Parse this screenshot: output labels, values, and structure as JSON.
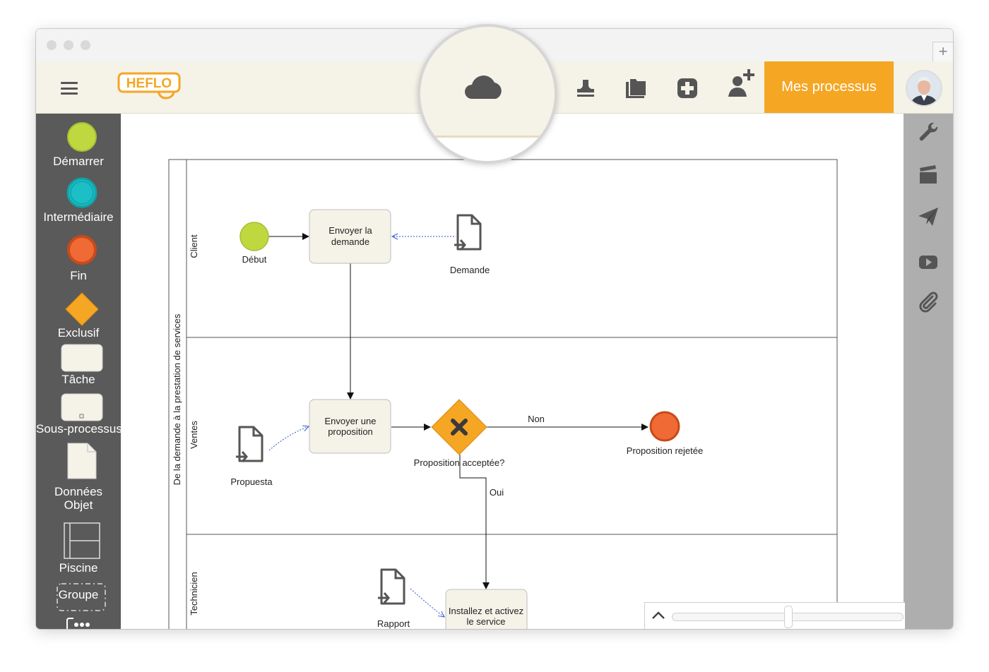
{
  "app": {
    "logo": "HEFLO",
    "icons": [
      "menu-icon",
      "cloud-icon",
      "stamp-icon",
      "folder-icon",
      "add-icon",
      "add-user-icon"
    ],
    "primary_button": "Mes processus",
    "accent_color": "#f5a623"
  },
  "palette": {
    "items": [
      {
        "label": "Démarrer",
        "shape": "start-event",
        "color": "#c0d840"
      },
      {
        "label": "Intermédiaire",
        "shape": "intermediate-event",
        "color": "#1bbfc5"
      },
      {
        "label": "Fin",
        "shape": "end-event",
        "color": "#ef6a35"
      },
      {
        "label": "Exclusif",
        "shape": "exclusive-gateway",
        "color": "#f5a623"
      },
      {
        "label": "Tâche",
        "shape": "task"
      },
      {
        "label": "Sous-processus",
        "shape": "sub-process"
      },
      {
        "label": "Données Objet",
        "shape": "data-object"
      },
      {
        "label": "Piscine",
        "shape": "pool"
      },
      {
        "label": "Groupe",
        "shape": "group"
      }
    ]
  },
  "right_tools": [
    "wrench-icon",
    "clapperboard-icon",
    "paper-plane-icon",
    "play-icon",
    "paperclip-icon"
  ],
  "diagram": {
    "pool": "De la demande à la prestation de services",
    "lanes": [
      "Client",
      "Ventes",
      "Technicien"
    ],
    "events": {
      "start": "Début",
      "end": "Proposition rejetée"
    },
    "tasks": {
      "send_request": [
        "Envoyer la",
        "demande"
      ],
      "send_proposal": [
        "Envoyer une",
        "proposition"
      ],
      "install": [
        "Installez et activez",
        "le service"
      ]
    },
    "data_objects": {
      "request": "Demande",
      "proposal": "Propuesta",
      "report": "Rapport"
    },
    "gateway": "Proposition acceptée?",
    "flows": {
      "no": "Non",
      "yes": "Oui"
    }
  }
}
